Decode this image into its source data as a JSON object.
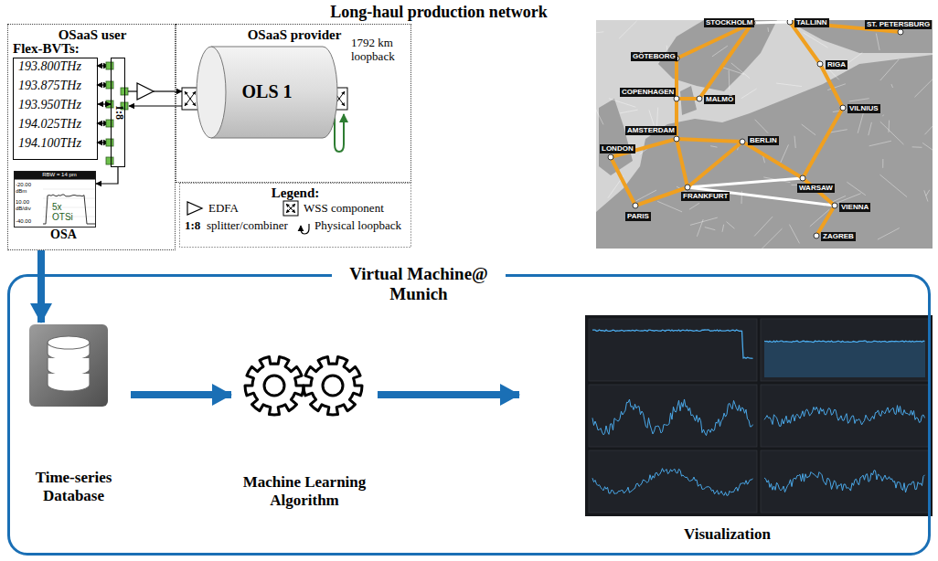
{
  "diagram": {
    "title": "Long-haul production network",
    "nodes": [
      {
        "text": [
          "OSaaS user"
        ]
      },
      {
        "text": [
          "Flex-BVTs:",
          "193.800THz",
          "193.875THz",
          "193.950THz",
          "194.025THz",
          "194.100THz"
        ],
        "in": 0
      },
      {
        "text": [
          "1:8"
        ],
        "in": 0
      },
      {
        "text": [
          "RBW = 14 pm",
          "-20.00 dBm",
          "10.00 dB/div",
          "-40.00",
          "5x OTSi",
          "OSA"
        ],
        "in": 0
      },
      {
        "text": [
          "OSaaS provider"
        ]
      },
      {
        "text": [
          "OLS 1"
        ],
        "in": 4
      },
      {
        "text": [
          "Virtual Machine@ Munich"
        ]
      },
      {
        "text": [
          "Time-series Database"
        ],
        "in": 6
      },
      {
        "text": [
          "Machine Learning Algorithm"
        ],
        "in": 6
      },
      {
        "text": [
          "Visualization"
        ],
        "in": 6
      }
    ],
    "edges": [
      {
        "from": 1,
        "to": 2,
        "arrow": "both"
      },
      {
        "from": 2,
        "to": 3,
        "arrow": "to"
      },
      {
        "from": 0,
        "to": 7,
        "arrow": "to"
      },
      {
        "from": 7,
        "to": 8,
        "arrow": "to"
      },
      {
        "from": 8,
        "to": 9,
        "arrow": "to"
      }
    ],
    "labels": [
      "1792 km loopback",
      "Legend:",
      "1:8",
      "STOCKHOLM",
      "TALLINN",
      "ST. PETERSBURG",
      "GÖTEBORG",
      "RIGA",
      "COPENHAGEN",
      "MALMÖ",
      "VILNIUS",
      "AMSTERDAM",
      "BERLIN",
      "LONDON",
      "WARSAW",
      "FRANKFURT",
      "PARIS",
      "VIENNA",
      "ZAGREB"
    ],
    "legend": [
      {
        "text": "EDFA"
      },
      {
        "text": "WSS component"
      },
      {
        "text": "splitter/combiner"
      },
      {
        "text": "Physical loopback"
      }
    ]
  }
}
